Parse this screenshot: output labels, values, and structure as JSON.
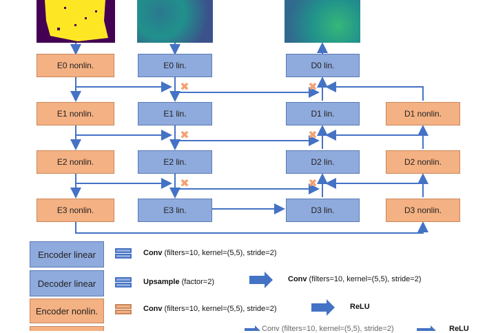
{
  "nodes": {
    "e0n": "E0 nonlin.",
    "e0l": "E0 lin.",
    "d0l": "D0 lin.",
    "e1n": "E1 nonlin.",
    "e1l": "E1 lin.",
    "d1l": "D1 lin.",
    "d1n": "D1 nonlin.",
    "e2n": "E2 nonlin.",
    "e2l": "E2 lin.",
    "d2l": "D2 lin.",
    "d2n": "D2 nonlin.",
    "e3n": "E3 nonlin.",
    "e3l": "E3 lin.",
    "d3l": "D3 lin.",
    "d3n": "D3 nonlin."
  },
  "legend": {
    "encoder_linear": {
      "label": "Encoder linear",
      "op1_bold": "Conv",
      "op1_rest": " (filters=10, kernel=(5,5), stride=2)"
    },
    "decoder_linear": {
      "label": "Decoder linear",
      "op1_bold": "Upsample",
      "op1_rest": " (factor=2)",
      "op2_bold": "Conv",
      "op2_rest": " (filters=10, kernel=(5,5), stride=2)"
    },
    "encoder_nonlin": {
      "label": "Encoder nonlin.",
      "op1_bold": "Conv",
      "op1_rest": " (filters=10, kernel=(5,5), stride=2)",
      "op2_bold": "ReLU"
    },
    "decoder_nonlin": {
      "op1_rest": "Conv (filters=10, kernel=(5,5), stride=2)",
      "op2_bold": "ReLU"
    }
  },
  "colors": {
    "orange_fill": "#f4b183",
    "orange_border": "#c9865a",
    "blue_fill": "#8faadc",
    "blue_border": "#5a79b5",
    "arrow_blue": "#4472c4",
    "multiply_orange": "#f4a070"
  },
  "icons": {
    "multiply": "multiply-icon",
    "arrow": "arrow-right-icon"
  }
}
